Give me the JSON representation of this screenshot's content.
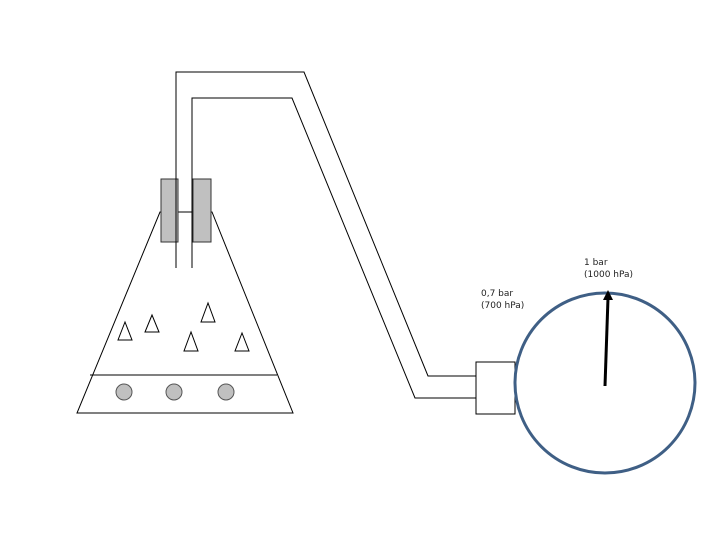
{
  "diagram": {
    "labels": {
      "low_pressure": {
        "line1": "0,7 bar",
        "line2": "(700 hPa)"
      },
      "high_pressure": {
        "line1": "1 bar",
        "line2": "(1000 hPa)"
      }
    },
    "colors": {
      "gauge_ring": "#3f5f85",
      "stopper": "#c0c0c0",
      "beads": "#c0c0c0",
      "outline": "#000000"
    },
    "contents": {
      "triangles": 5,
      "beads": 3
    },
    "gauge": {
      "needle_reading": "1 bar"
    }
  }
}
